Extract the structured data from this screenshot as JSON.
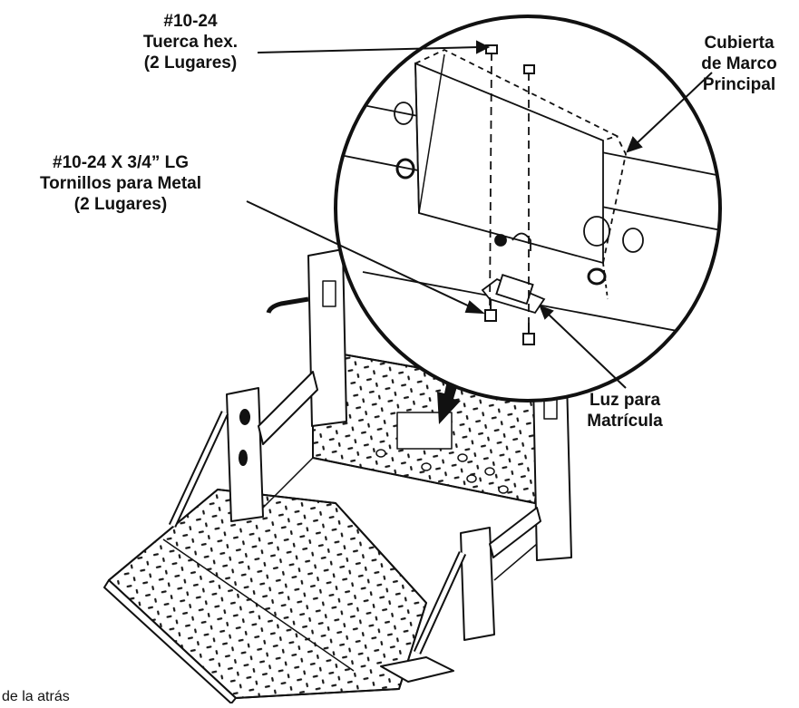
{
  "labels": {
    "nut": [
      "#10-24",
      "Tuerca hex.",
      "(2 Lugares)"
    ],
    "screws": [
      "#10-24 X 3/4” LG",
      "Tornillos para Metal",
      "(2 Lugares)"
    ],
    "cover": [
      "Cubierta",
      "de Marco",
      "Principal"
    ],
    "light": [
      "Luz para",
      "Matrícula"
    ]
  },
  "footer_fragment": "de la atrás",
  "colors": {
    "ink": "#111111",
    "paper": "#ffffff",
    "tread": "#1a1a1a"
  }
}
